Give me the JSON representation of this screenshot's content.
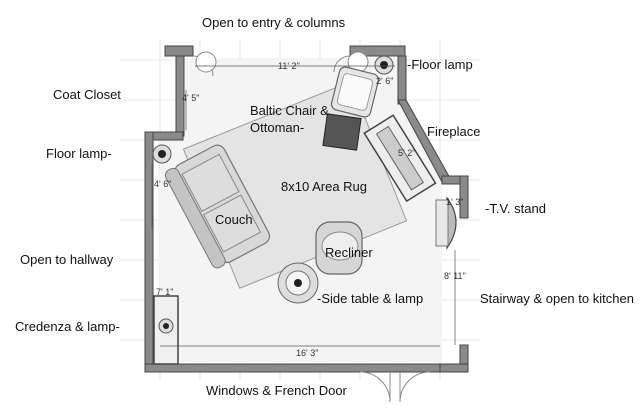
{
  "labels": {
    "entry": "Open to entry & columns",
    "floor_lamp_top": "-Floor lamp",
    "coat_closet": "Coat Closet",
    "baltic_chair_1": "Baltic Chair &",
    "baltic_chair_2": "Ottoman-",
    "fireplace": "Fireplace",
    "floor_lamp_left": "Floor lamp-",
    "area_rug": "8x10 Area Rug",
    "tv_stand": "-T.V. stand",
    "couch": "Couch",
    "hallway": "Open to hallway",
    "recliner": "Recliner",
    "stairway": "Stairway & open to kitchen",
    "side_table": "-Side table & lamp",
    "credenza": "Credenza & lamp-",
    "windows": "Windows & French Door"
  },
  "dimensions": {
    "top_wall": "11' 2\"",
    "top_right": "2' 6\"",
    "closet": "4' 5\"",
    "left_mid": "4' 6\"",
    "fireplace": "5' 2\"",
    "tv": "1' 3\"",
    "right": "8' 11\"",
    "credenza": "7' 1\"",
    "bottom": "16' 3\""
  }
}
